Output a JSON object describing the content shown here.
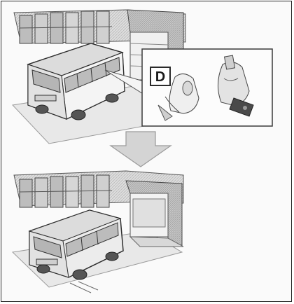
{
  "callout": {
    "label": "D"
  },
  "colors": {
    "background": "#fafafa",
    "line": "#3a3a3a",
    "shade": "#cfcfcf",
    "light": "#e6e6e6",
    "dark": "#8a8a8a",
    "arrow": "#d4d4d4"
  },
  "icons": {
    "top_scene": "bus-in-garage-illustration",
    "bottom_scene": "bus-parked-illustration",
    "arrow": "down-arrow-icon",
    "hand": "hand-pressing-switch-icon",
    "remote": "remote-control-icon"
  }
}
